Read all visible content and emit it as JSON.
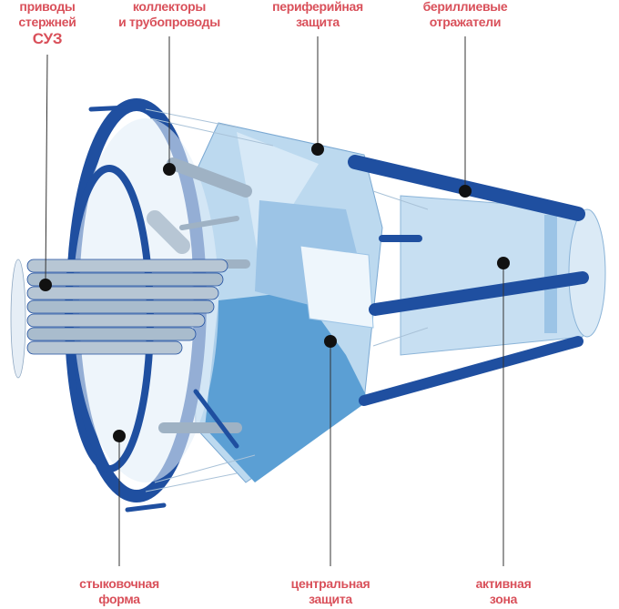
{
  "labels": {
    "drives": [
      "приводы",
      "стержней",
      "СУЗ"
    ],
    "collectors": [
      "коллекторы",
      "и трубопроводы"
    ],
    "peripheral": [
      "периферийная",
      "защита"
    ],
    "beryllium": [
      "бериллиевые",
      "отражатели"
    ],
    "docking": [
      "стыковочная",
      "форма"
    ],
    "central": [
      "центральная",
      "защита"
    ],
    "core": [
      "активная",
      "зона"
    ]
  },
  "colors": {
    "label": "#d9505a",
    "dark_blue": "#1f4fa0",
    "mid_blue": "#5b9fd4",
    "light_blue": "#bcd9ef",
    "pale": "#dbeaf6"
  }
}
